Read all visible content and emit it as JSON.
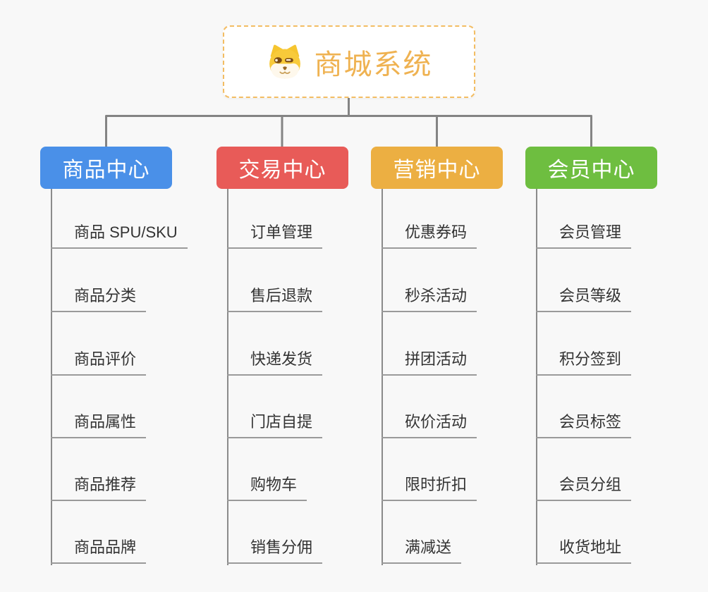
{
  "page": {
    "background_color": "#f8f8f8",
    "connector_color": "#848484"
  },
  "root": {
    "title": "商城系统",
    "icon": "shiba-dog-icon",
    "title_color": "#efb251",
    "border_color": "#f3bd63"
  },
  "branches": [
    {
      "id": "product-center",
      "label": "商品中心",
      "color": "#4a90e8",
      "children": [
        "商品 SPU/SKU",
        "商品分类",
        "商品评价",
        "商品属性",
        "商品推荐",
        "商品品牌"
      ]
    },
    {
      "id": "trade-center",
      "label": "交易中心",
      "color": "#e85b58",
      "children": [
        "订单管理",
        "售后退款",
        "快递发货",
        "门店自提",
        "购物车",
        "销售分佣"
      ]
    },
    {
      "id": "marketing-center",
      "label": "营销中心",
      "color": "#ecaf42",
      "children": [
        "优惠券码",
        "秒杀活动",
        "拼团活动",
        "砍价活动",
        "限时折扣",
        "满减送"
      ]
    },
    {
      "id": "member-center",
      "label": "会员中心",
      "color": "#6ebe40",
      "children": [
        "会员管理",
        "会员等级",
        "积分签到",
        "会员标签",
        "会员分组",
        "收货地址"
      ]
    }
  ]
}
